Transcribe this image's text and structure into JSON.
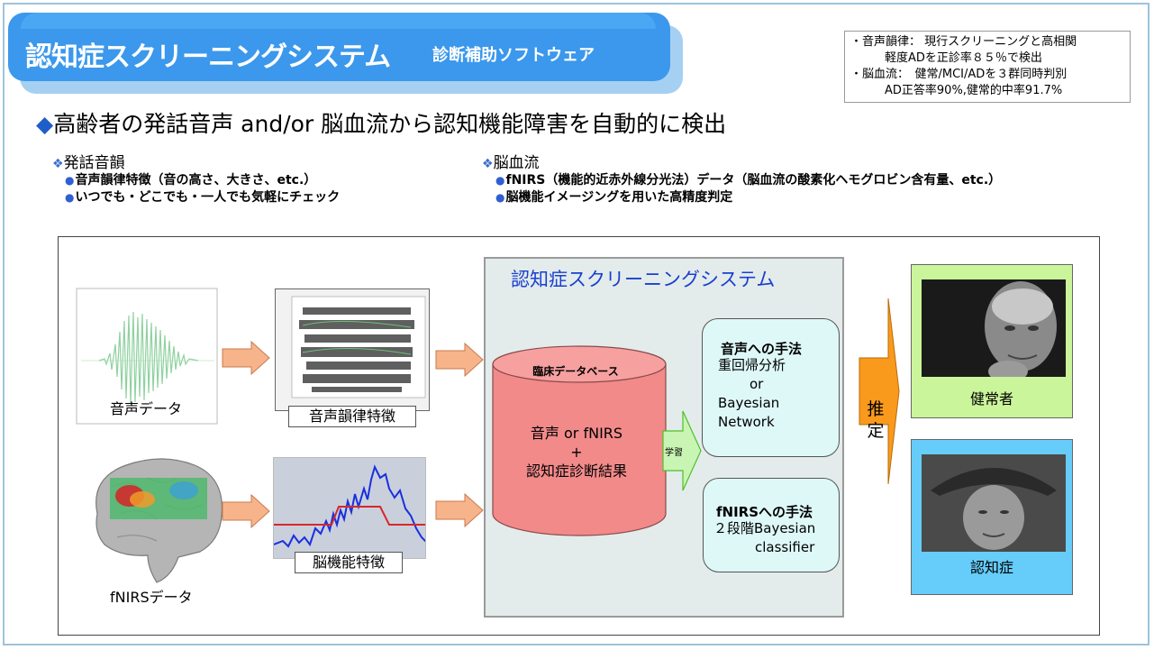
{
  "header": {
    "title_main": "認知症スクリーニングシステム",
    "title_sub": "診断補助ソフトウェア"
  },
  "summary_box": {
    "line1": "・音声韻律： 現行スクリーニングと高相関",
    "line2": "軽度ADを正診率８５％で検出",
    "line3": "・脳血流：　健常/MCI/ADを３群同時判別",
    "line4": "AD正答率90%,健常的中率91.7%"
  },
  "headline": {
    "marker": "◆",
    "text": "高齢者の発話音声 and/or 脳血流から認知機能障害を自動的に検出"
  },
  "speech_section": {
    "marker": "❖",
    "heading": "発話音韻",
    "bullets": [
      {
        "dot": "●",
        "text": "音声韻律特徴（音の高さ、大きさ、etc.）"
      },
      {
        "dot": "●",
        "text": "いつでも・どこでも・一人でも気軽にチェック"
      }
    ]
  },
  "blood_section": {
    "marker": "❖",
    "heading": "脳血流",
    "bullets": [
      {
        "dot": "●",
        "text": "fNIRS（機能的近赤外線分光法）データ（脳血流の酸素化ヘモグロビン含有量、etc.）"
      },
      {
        "dot": "●",
        "text": "脳機能イメージングを用いた高精度判定"
      }
    ]
  },
  "diagram": {
    "speech_data_label": "音声データ",
    "prosody_feature_label": "音声韻律特徴",
    "fnirs_data_label": "fNIRSデータ",
    "brain_feature_label": "脳機能特徴",
    "system_title": "認知症スクリーニングシステム",
    "database": {
      "title": "臨床データベース",
      "line1": "音声 or fNIRS",
      "line2": "+",
      "line3": "認知症診断結果"
    },
    "learning_label": "学習",
    "speech_method": {
      "title": "音声への手法",
      "line1": "重回帰分析",
      "line2": "or",
      "line3": "Bayesian",
      "line4": "Network"
    },
    "fnirs_method": {
      "title": "fNIRSへの手法",
      "line1": "２段階Bayesian",
      "line2": "classifier"
    },
    "estimation_label_1": "推",
    "estimation_label_2": "定",
    "result_healthy": "健常者",
    "result_dementia": "認知症"
  },
  "colors": {
    "title_blue": "#3b98ec",
    "arrow_orange": "#f7b48a",
    "cylinder_red": "#f28a8a",
    "method_cyan": "#def8f8",
    "healthy_green": "#cbf59a",
    "dementia_blue": "#66ccf9",
    "estimate_orange": "#f99a1c"
  }
}
